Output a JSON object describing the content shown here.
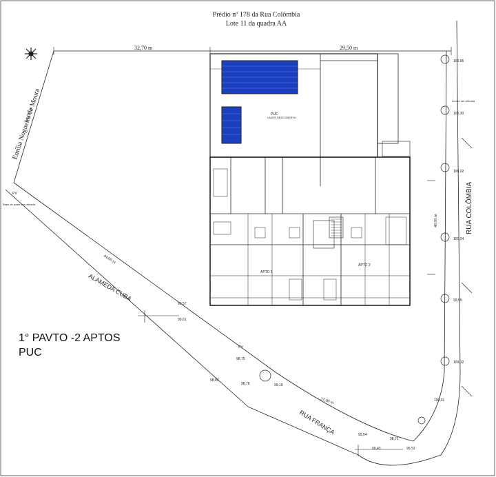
{
  "title": {
    "line1": "Prédio nº 178 da Rua Colômbia",
    "line2": "Lote 11 da quadra AA"
  },
  "floor_label": "1° PAVTO -2 APTOS",
  "floor_sub": "PUC",
  "streets": {
    "emilia": "Emília Nogueira de Moura",
    "colombia": "RUA COLÔMBIA",
    "alameda": "ALAMEDA CUBA",
    "franca": "RUA FRANÇA"
  },
  "dimensions": {
    "top_left": "32,70 m",
    "top_right": "29,50 m",
    "left_side": "14,00 m",
    "right_side": "40,00 m",
    "diag_cuba": "44,00 m",
    "diag_franca": "37,00 m"
  },
  "rooms": {
    "puc_label": "PUC",
    "puc_sub": "LAZER DESCOBERTA",
    "apt_a": "APTO 1",
    "apt_b": "APTO 2"
  },
  "elevations": {
    "e1": "100,65",
    "e2": "100,30",
    "e3": "100,02",
    "e4": "100,24",
    "e5": "99,55",
    "e6": "100,12",
    "e7": "99,61",
    "e8": "99,57",
    "e9": "98,75",
    "e10": "98,82",
    "e11": "98,76",
    "e12": "99,19",
    "e13": "99,54",
    "e14": "98,71",
    "e15": "99,53",
    "e16": "99,43",
    "e17": "100,01"
  },
  "notes": {
    "note_right": "Árvore ser retirada",
    "note_left": "Base de poste ser retirada",
    "pv": "PV"
  },
  "colors": {
    "line": "#222222",
    "pool": "#1a3fbf",
    "marker_red": "#d0202a",
    "marker_orange": "#e0a010"
  }
}
